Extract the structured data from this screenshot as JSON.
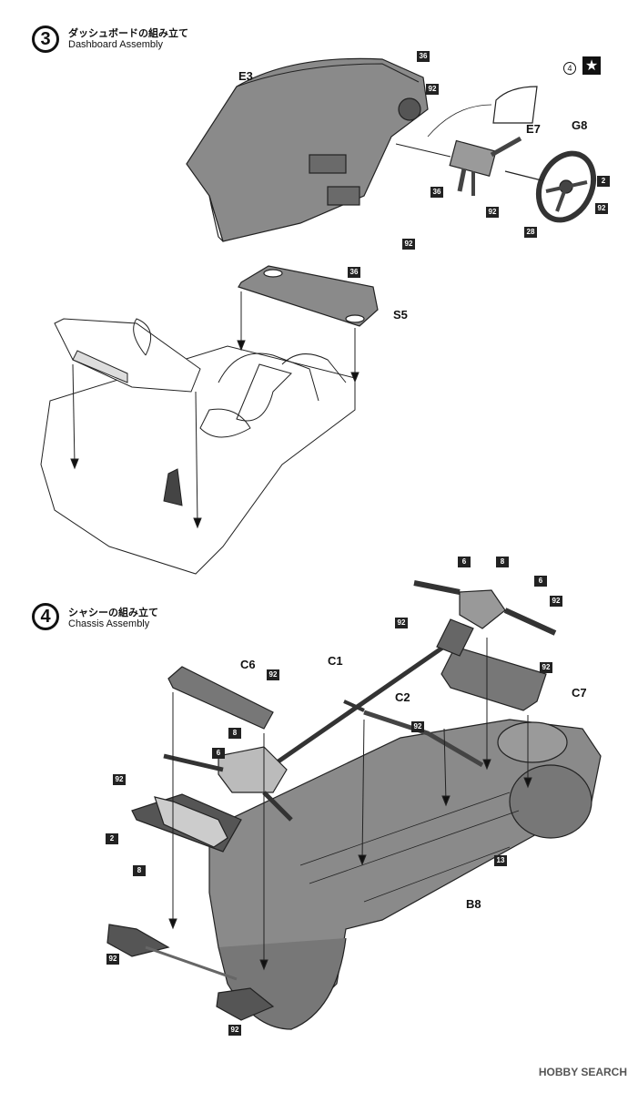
{
  "step3": {
    "number": "3",
    "title_jp": "ダッシュボードの組み立て",
    "title_en": "Dashboard Assembly",
    "star_ref": "4",
    "labels": {
      "E3": "E3",
      "E7": "E7",
      "G8": "G8",
      "S5": "S5"
    },
    "tags": {
      "t36a": "36",
      "t92a": "92",
      "t36b": "36",
      "t92b": "92",
      "t2": "2",
      "t92c": "92",
      "t28": "28",
      "t92d": "92",
      "t36c": "36"
    }
  },
  "step4": {
    "number": "4",
    "title_jp": "シャシーの組み立て",
    "title_en": "Chassis Assembly",
    "labels": {
      "C1": "C1",
      "C2": "C2",
      "C6": "C6",
      "C7": "C7",
      "B8": "B8"
    },
    "tags": {
      "t6a": "6",
      "t8a": "8",
      "t6b": "6",
      "t92a": "92",
      "t92b": "92",
      "t92c": "92",
      "t92d": "92",
      "t92e": "92",
      "t8b": "8",
      "t6c": "6",
      "t92f": "92",
      "t2": "2",
      "t8c": "8",
      "t13": "13",
      "t92g": "92",
      "t92h": "92"
    }
  },
  "watermark": "HOBBY SEARCH"
}
